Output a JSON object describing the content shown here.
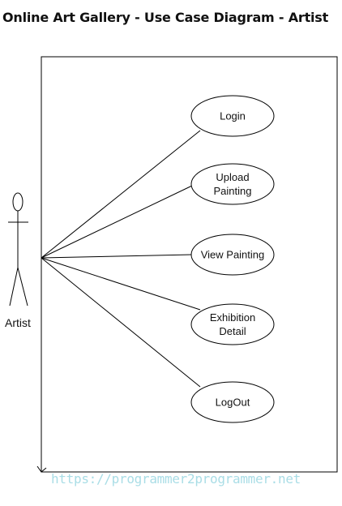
{
  "title": "Online Art Gallery - Use Case Diagram - Artist",
  "actor": {
    "label": "Artist"
  },
  "use_cases": [
    {
      "id": "login",
      "lines": [
        "Login"
      ]
    },
    {
      "id": "upload-painting",
      "lines": [
        "Upload",
        "Painting"
      ]
    },
    {
      "id": "view-painting",
      "lines": [
        "View Painting"
      ]
    },
    {
      "id": "exhibition-detail",
      "lines": [
        "Exhibition",
        "Detail"
      ]
    },
    {
      "id": "logout",
      "lines": [
        "LogOut"
      ]
    }
  ],
  "watermark": "https://programmer2programmer.net"
}
